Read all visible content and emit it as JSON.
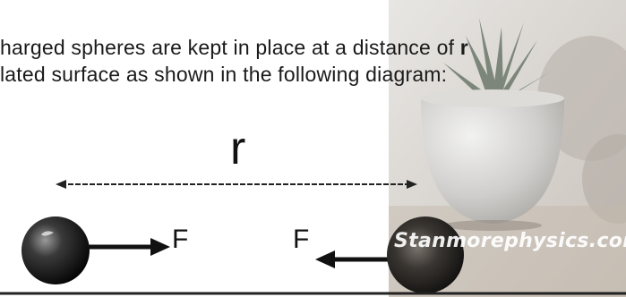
{
  "text": {
    "line1_prefix": "harged spheres are kept in place at a distance of ",
    "line1_var": "r",
    "line2": "lated surface as shown in the following diagram:"
  },
  "diagram": {
    "distance_label": "r",
    "force_left_label": "F",
    "force_right_label": "F",
    "watermark": "Stanmorephysics.com"
  },
  "colors": {
    "text": "#1a1a1a",
    "photo_background": "#d9d6d2",
    "sphere_dark": "#111111"
  },
  "icons": {
    "left_sphere": "charged-sphere-icon",
    "right_sphere": "charged-sphere-icon",
    "plant_photo": "potted-plant-photo"
  }
}
